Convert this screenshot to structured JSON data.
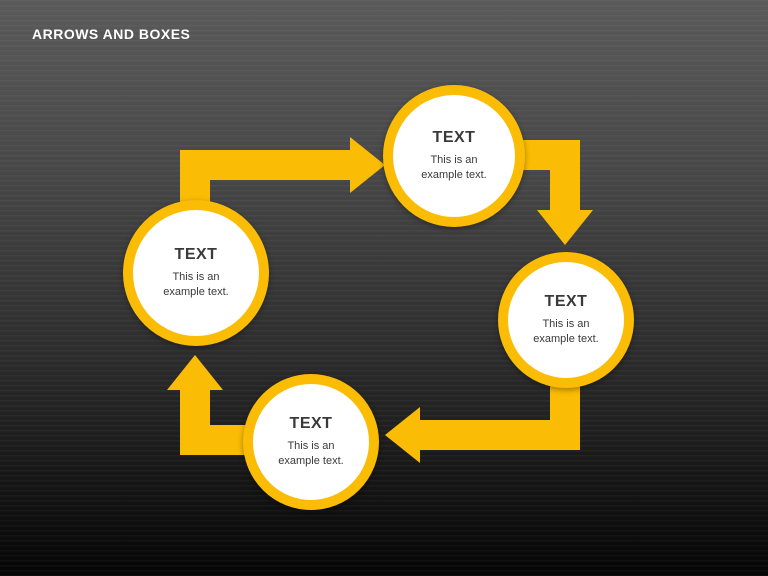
{
  "slide": {
    "title": "ARROWS AND BOXES"
  },
  "colors": {
    "accent_yellow": "#FBBC05",
    "circle_fill": "#FFFFFF",
    "circle_text": "#3A3A3A",
    "title_text": "#FFFFFF",
    "background_top": "#5A5A5A",
    "background_bottom": "#050505"
  },
  "circles": [
    {
      "position": "top",
      "title": "TEXT",
      "description": "This is an example text."
    },
    {
      "position": "right",
      "title": "TEXT",
      "description": "This is an example text."
    },
    {
      "position": "bottom",
      "title": "TEXT",
      "description": "This is an example text."
    },
    {
      "position": "left",
      "title": "TEXT",
      "description": "This is an example text."
    }
  ],
  "arrows": [
    {
      "name": "left-to-top",
      "direction": "up-then-right, pointing right into top circle"
    },
    {
      "name": "top-to-right",
      "direction": "right-then-down, pointing down into right circle"
    },
    {
      "name": "right-to-bottom",
      "direction": "down-then-left, pointing left into bottom circle"
    },
    {
      "name": "bottom-to-left",
      "direction": "left-then-up, pointing up into left circle"
    }
  ]
}
